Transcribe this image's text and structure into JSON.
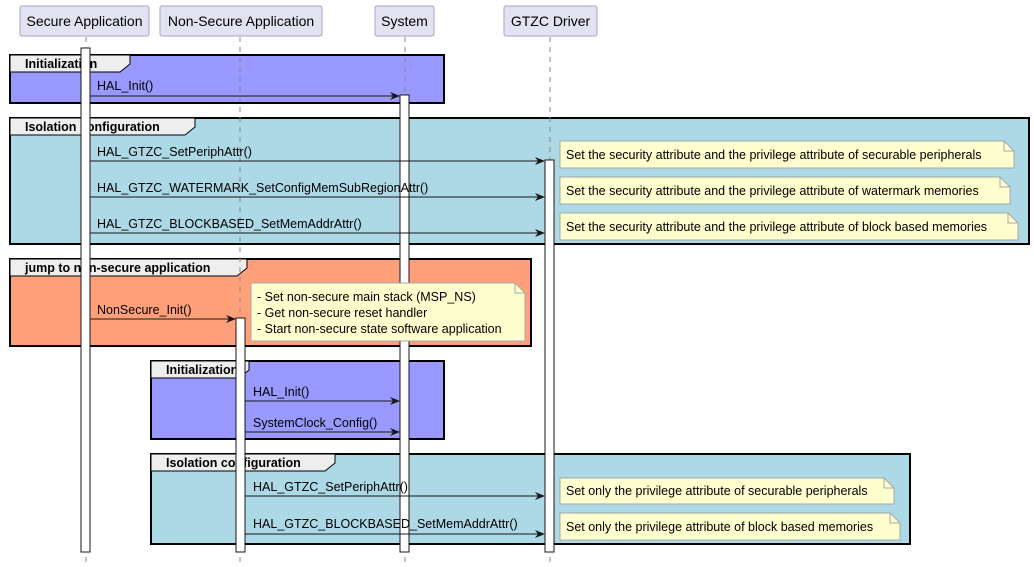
{
  "participants": {
    "secure_app": "Secure Application",
    "nonsecure_app": "Non-Secure Application",
    "system": "System",
    "gtzc_driver": "GTZC Driver"
  },
  "groups": {
    "init1": "Initialization",
    "iso1": "Isolation configuration",
    "jump": "jump to non-secure application",
    "init2": "Initialization",
    "iso2": "Isolation configuration"
  },
  "messages": {
    "m1": "HAL_Init()",
    "m2": "HAL_GTZC_SetPeriphAttr()",
    "m3": "HAL_GTZC_WATERMARK_SetConfigMemSubRegionAttr()",
    "m4": "HAL_GTZC_BLOCKBASED_SetMemAddrAttr()",
    "m5": "NonSecure_Init()",
    "m6": "HAL_Init()",
    "m7": "SystemClock_Config()",
    "m8": "HAL_GTZC_SetPeriphAttr()",
    "m9": "HAL_GTZC_BLOCKBASED_SetMemAddrAttr()"
  },
  "notes": {
    "n1": "Set the security attribute and the privilege attribute of securable peripherals",
    "n2": "Set the security attribute and the privilege attribute of watermark memories",
    "n3": "Set the security attribute and the privilege attribute of block based memories",
    "n4_lines": [
      "- Set non-secure main stack (MSP_NS)",
      "- Get non-secure reset handler",
      "- Start non-secure state software application"
    ],
    "n5": "Set only the privilege attribute of securable peripherals",
    "n6": "Set only the privilege attribute of block based memories"
  },
  "colors": {
    "participant_fill": "#e2e2f0",
    "participant_border": "#a5a5c8",
    "init_group": "#9999ff",
    "isolation_group": "#add8e6",
    "jump_group": "#ffa07a",
    "note_fill": "#fefece",
    "note_border": "#a8a8a8",
    "lifeline": "#888888"
  }
}
